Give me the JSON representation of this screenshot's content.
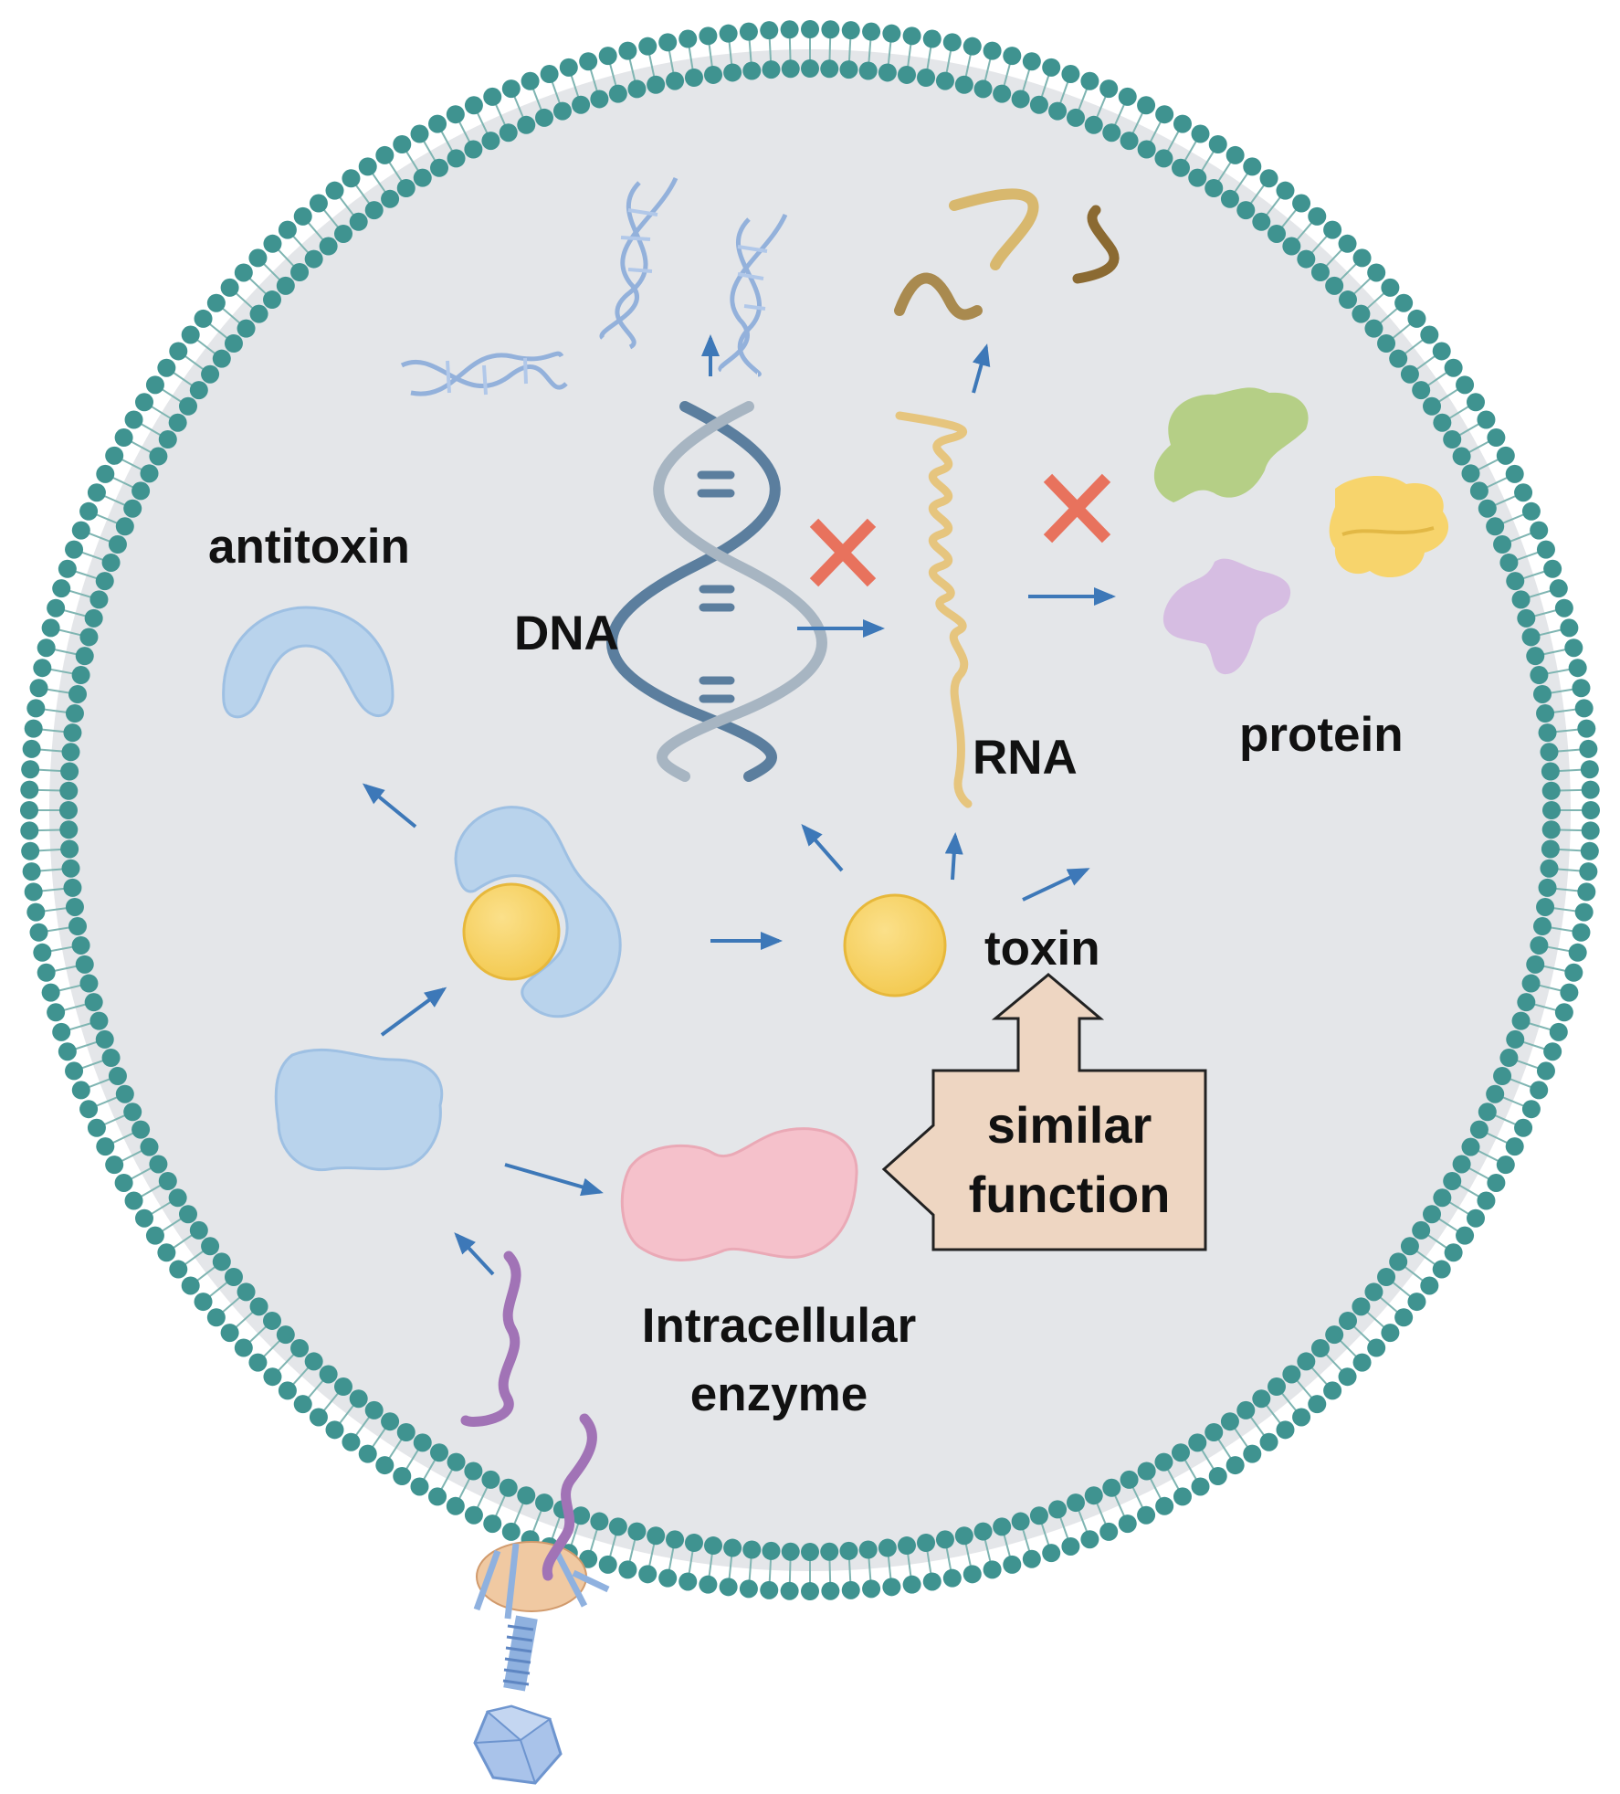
{
  "labels": {
    "antitoxin": "antitoxin",
    "dna": "DNA",
    "rna": "RNA",
    "protein": "protein",
    "toxin": "toxin",
    "enzyme_line1": "Intracellular",
    "enzyme_line2": "enzyme",
    "similar_line1": "similar",
    "similar_line2": "function"
  },
  "colors": {
    "cytoplasm": "#e4e6e9",
    "membrane": "#3f9390",
    "antitoxin": "#b9d3ec",
    "toxin": "#f8d56c",
    "arrow": "#3d78b8",
    "block_x": "#e8725d",
    "enzyme": "#f5c1cb",
    "callout_fill": "#eed6c2",
    "phage": "#8fb1df"
  },
  "icons": {
    "inhibition": "x-mark",
    "membrane": "phospholipid-bilayer",
    "virus": "bacteriophage"
  }
}
